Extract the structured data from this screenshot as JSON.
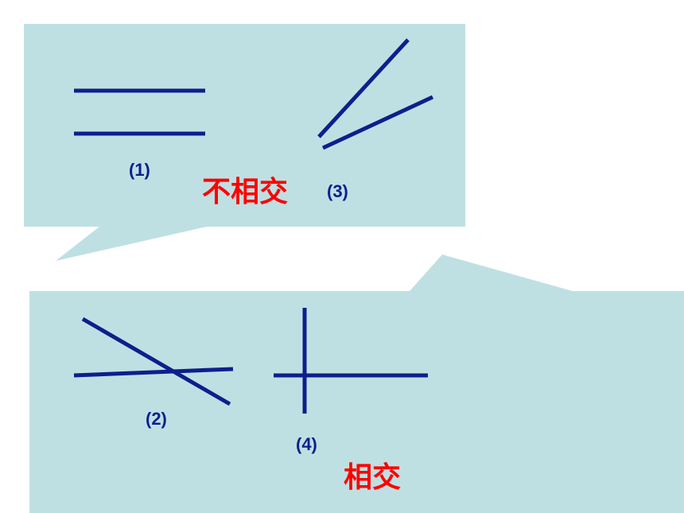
{
  "colors": {
    "bubble_fill": "#bfe0e3",
    "line_color": "#0d1f8c",
    "label_color": "#0d1f8c",
    "category_color": "#ff0000",
    "background": "#ffffff"
  },
  "top_group": {
    "category_label": "不相交",
    "figures": [
      {
        "id": "1",
        "label": "(1)",
        "relation": "parallel"
      },
      {
        "id": "3",
        "label": "(3)",
        "relation": "non-intersecting rays"
      }
    ]
  },
  "bottom_group": {
    "category_label": "相交",
    "figures": [
      {
        "id": "2",
        "label": "(2)",
        "relation": "crossing"
      },
      {
        "id": "4",
        "label": "(4)",
        "relation": "perpendicular"
      }
    ]
  }
}
